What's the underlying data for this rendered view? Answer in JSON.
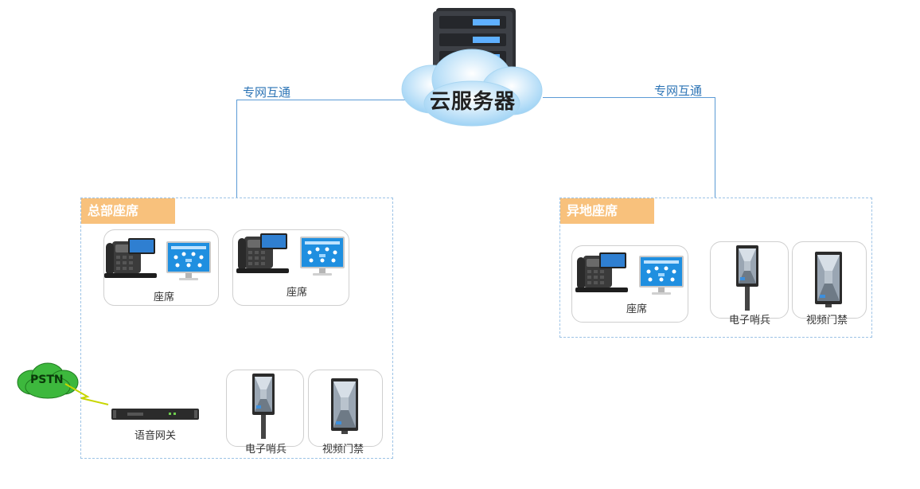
{
  "cloud_server": {
    "label": "云服务器"
  },
  "links": {
    "left_label": "专网互通",
    "right_label": "专网互通"
  },
  "hq_site": {
    "label": "总部座席",
    "seat_1": "座席",
    "seat_2": "座席",
    "gateway": "语音网关",
    "sentry": "电子哨兵",
    "access": "视频门禁",
    "pstn": "PSTN"
  },
  "remote_site": {
    "label": "异地座席",
    "seat": "座席",
    "sentry": "电子哨兵",
    "access": "视频门禁"
  },
  "colors": {
    "link_line": "#5b9bd5",
    "site_label_bg": "#f8c17c",
    "site_border": "#9dc3e6",
    "pstn_cloud": "#3db83d"
  }
}
